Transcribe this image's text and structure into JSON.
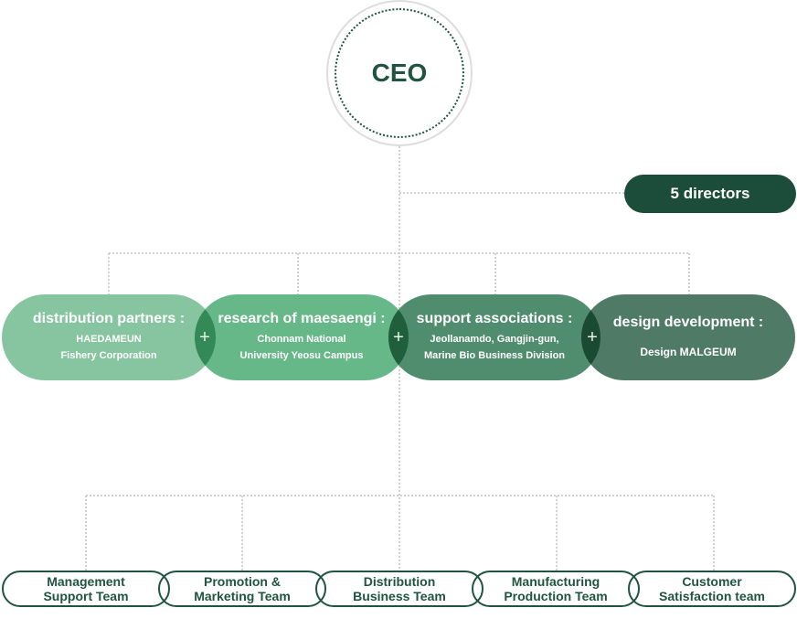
{
  "ceo": "CEO",
  "directors": "5 directors",
  "partners": [
    {
      "title": "distribution partners :",
      "lines": [
        "HAEDAMEUN",
        "Fishery Corporation"
      ]
    },
    {
      "title": "research of maesaengi :",
      "lines": [
        "Chonnam National",
        "University Yeosu Campus"
      ]
    },
    {
      "title": "support associations :",
      "lines": [
        "Jeollanamdo, Gangjin-gun,",
        "Marine Bio Business Division"
      ]
    },
    {
      "title": "design development :",
      "lines": [
        "Design MALGEUM"
      ]
    }
  ],
  "plus": "+",
  "teams": [
    {
      "l1": "Management",
      "l2": "Support Team"
    },
    {
      "l1": "Promotion &",
      "l2": "Marketing Team"
    },
    {
      "l1": "Distribution",
      "l2": "Business Team"
    },
    {
      "l1": "Manufacturing",
      "l2": "Production Team"
    },
    {
      "l1": "Customer",
      "l2": "Satisfaction team"
    }
  ],
  "colors": {
    "dark": "#1f5440",
    "p1": "#86c59f",
    "p2": "#66b888",
    "p3": "#4f8d6e",
    "p4": "#4f7a66"
  }
}
